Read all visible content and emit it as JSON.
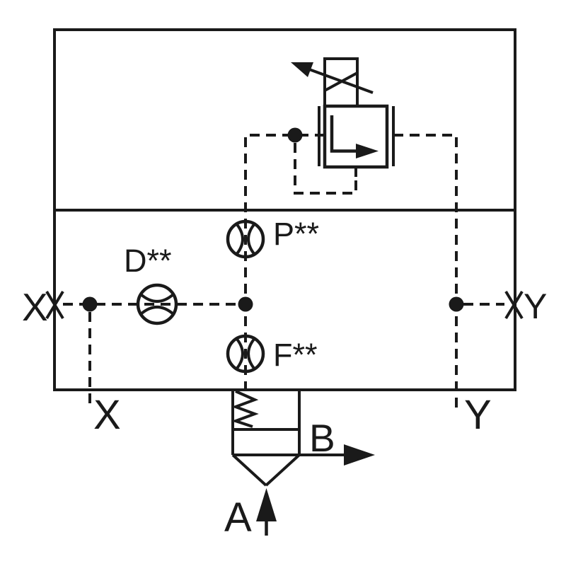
{
  "diagram": {
    "type": "hydraulic-valve-schematic",
    "description": "Pilot-operated pressure relief cartridge valve in manifold block with pilot orifices",
    "labels": {
      "port_x_left": "X",
      "port_y_right": "Y",
      "port_x_bottom": "X",
      "port_y_bottom": "Y",
      "orifice_d": "D**",
      "orifice_p": "P**",
      "orifice_f": "F**",
      "port_b": "B",
      "port_a": "A"
    },
    "symbols": [
      "housing-block",
      "pilot-relief-valve-icon",
      "adjustable-spring-arrow-icon",
      "orifice-icon-d",
      "orifice-icon-p",
      "orifice-icon-f",
      "plugged-port-x-icon",
      "plugged-port-y-icon",
      "main-poppet-valve-icon",
      "spring-icon",
      "flow-arrow-a-icon",
      "flow-arrow-b-icon",
      "junction-dot"
    ],
    "colors": {
      "line": "#1a1a1a",
      "background": "#ffffff"
    }
  }
}
